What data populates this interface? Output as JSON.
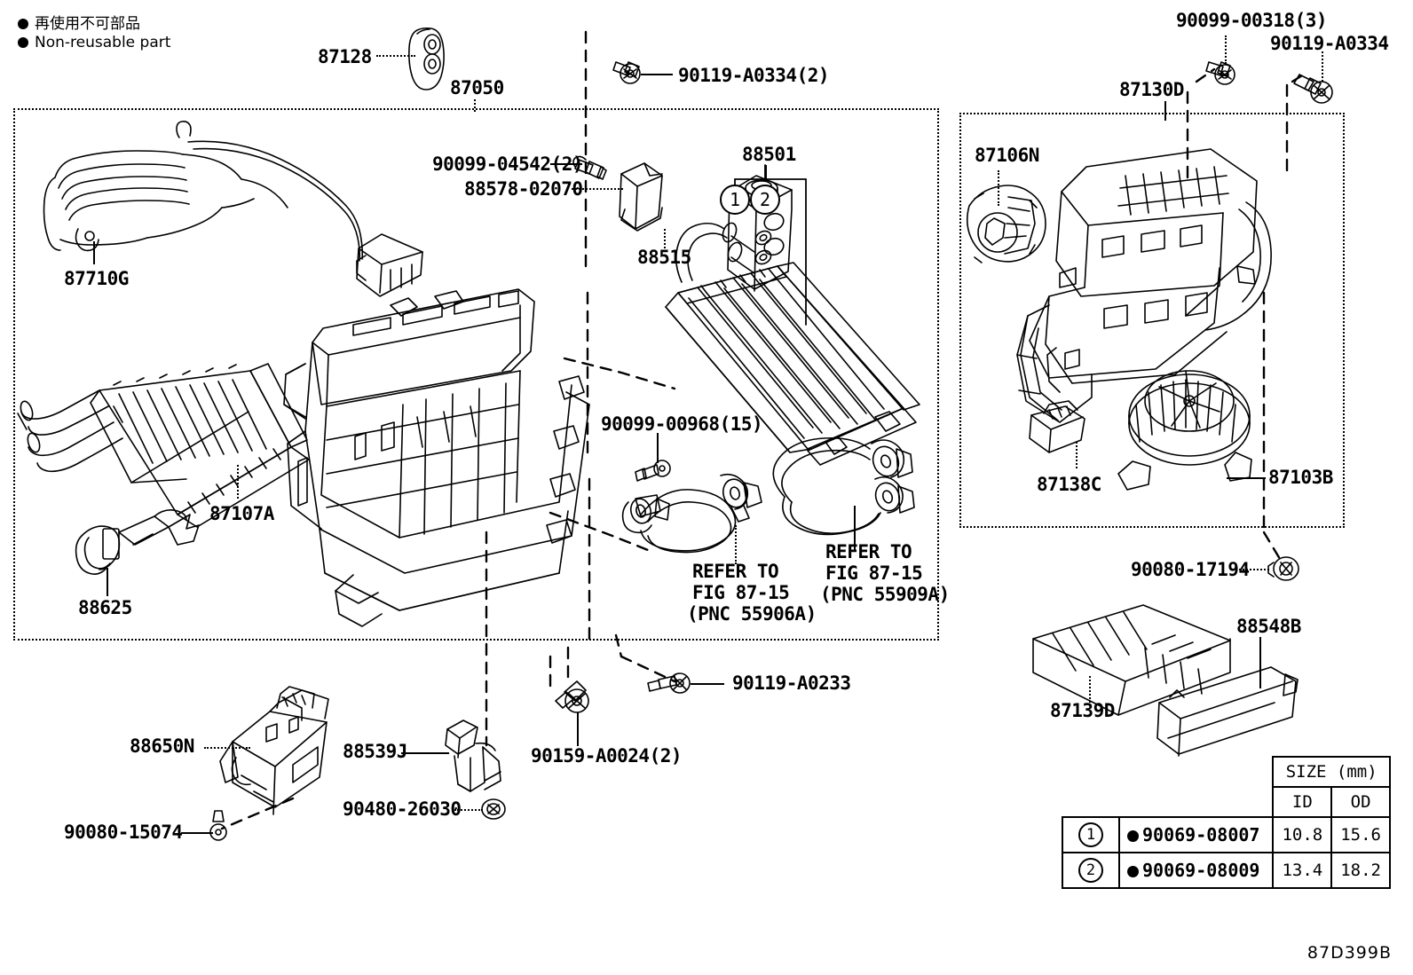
{
  "figure": {
    "number": "87D399B",
    "legend": [
      {
        "jp": "再使用不可部品",
        "en": "Non-reusable part"
      }
    ]
  },
  "panels": {
    "left_title": "87050",
    "right_title": "87130D"
  },
  "callouts": [
    {
      "id": "c-87128",
      "text": "87128"
    },
    {
      "id": "c-87050",
      "text": "87050"
    },
    {
      "id": "c-90119-A0334-2",
      "text": "90119-A0334(2)"
    },
    {
      "id": "c-90099-00318-3",
      "text": "90099-00318(3)"
    },
    {
      "id": "c-90119-A0334",
      "text": "90119-A0334"
    },
    {
      "id": "c-87130D",
      "text": "87130D"
    },
    {
      "id": "c-87106N",
      "text": "87106N"
    },
    {
      "id": "c-90099-04542-2",
      "text": "90099-04542(2)"
    },
    {
      "id": "c-88578-02070",
      "text": "88578-02070"
    },
    {
      "id": "c-88501",
      "text": "88501"
    },
    {
      "id": "c-88515",
      "text": "88515"
    },
    {
      "id": "c-87710G",
      "text": "87710G"
    },
    {
      "id": "c-87107A",
      "text": "87107A"
    },
    {
      "id": "c-88625",
      "text": "88625"
    },
    {
      "id": "c-90099-00968-15",
      "text": "90099-00968(15)"
    },
    {
      "id": "c-87138C",
      "text": "87138C"
    },
    {
      "id": "c-87103B",
      "text": "87103B"
    },
    {
      "id": "c-90080-17194",
      "text": "90080-17194"
    },
    {
      "id": "c-88548B",
      "text": "88548B"
    },
    {
      "id": "c-87139D",
      "text": "87139D"
    },
    {
      "id": "c-90119-A0233",
      "text": "90119-A0233"
    },
    {
      "id": "c-90159-A0024-2",
      "text": "90159-A0024(2)"
    },
    {
      "id": "c-88650N",
      "text": "88650N"
    },
    {
      "id": "c-88539J",
      "text": "88539J"
    },
    {
      "id": "c-90480-26030",
      "text": "90480-26030"
    },
    {
      "id": "c-90080-15074",
      "text": "90080-15074"
    }
  ],
  "refs": [
    {
      "id": "ref-55906A",
      "line1": "REFER TO",
      "line2": "FIG 87-15",
      "line3": "(PNC 55906A)"
    },
    {
      "id": "ref-55909A",
      "line1": "REFER TO",
      "line2": "FIG 87-15",
      "line3": "(PNC 55909A)"
    }
  ],
  "markers": [
    {
      "id": "m1",
      "label": "1"
    },
    {
      "id": "m2",
      "label": "2"
    }
  ],
  "size_table": {
    "header_group": "SIZE (mm)",
    "columns": [
      "ID",
      "OD"
    ],
    "rows": [
      {
        "marker": "1",
        "part": "90069-08007",
        "id": "10.8",
        "od": "15.6"
      },
      {
        "marker": "2",
        "part": "90069-08009",
        "id": "13.4",
        "od": "18.2"
      }
    ]
  }
}
